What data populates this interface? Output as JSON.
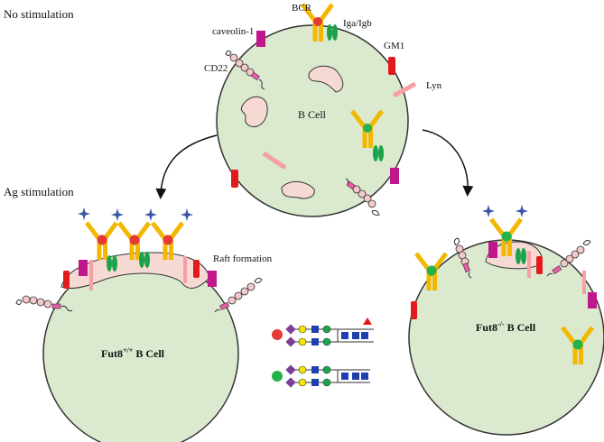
{
  "labels": {
    "no_stimulation": "No stimulation",
    "ag_stimulation": "Ag stimulation",
    "bcr": "BCR",
    "iga_igb": "Iga/Igb",
    "caveolin": "caveolin-1",
    "gm1": "GM1",
    "cd22": "CD22",
    "lyn": "Lyn",
    "b_cell": "B Cell",
    "raft_formation": "Raft formation",
    "wt_cell_prefix": "Fut8",
    "wt_cell_sup": "+/+",
    "wt_cell_suffix": " B Cell",
    "ko_cell_prefix": "Fut8",
    "ko_cell_sup": "-/-",
    "ko_cell_suffix": " B Cell"
  },
  "colors": {
    "cell_fill": "#dbe9cf",
    "cell_stroke": "#333333",
    "raft_fill": "#f7d9d4",
    "antibody": "#f2b800",
    "core_fucose_red": "#e53935",
    "no_fucose_green": "#23b24b",
    "iga": "#1aa34a",
    "caveolin": "#c0188c",
    "gm1": "#e31a1c",
    "lyn": "#f4a0a6",
    "cd22_bead": "#f4c9c9",
    "antigen_star": "#3a57a6",
    "glycan_purple": "#7b3f98",
    "glycan_yellow": "#f3e600",
    "glycan_blue": "#1e3fae",
    "glycan_green": "#18a84b",
    "glycan_red": "#e31a1c"
  }
}
